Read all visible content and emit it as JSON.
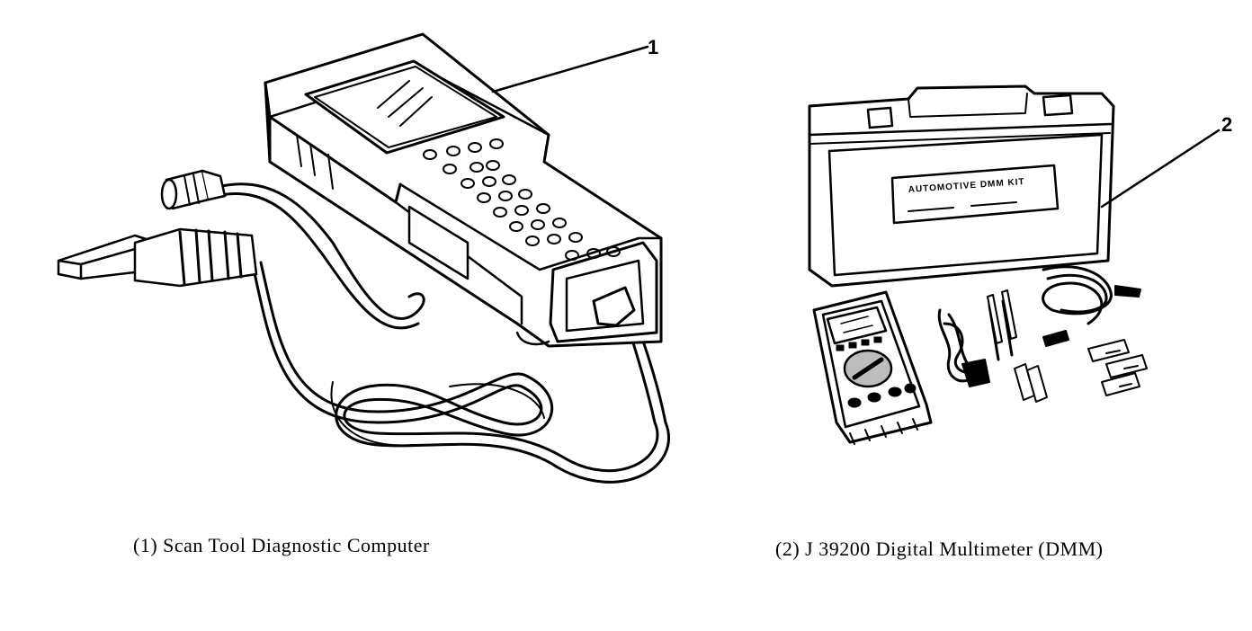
{
  "callouts": [
    {
      "number": "1"
    },
    {
      "number": "2"
    }
  ],
  "captions": [
    {
      "text": "(1)  Scan  Tool  Diagnostic  Computer"
    },
    {
      "text": "(2)  J 39200  Digital  Multimeter  (DMM)"
    }
  ],
  "case_label": {
    "line1": "AUTOMOTIVE DMM KIT"
  }
}
